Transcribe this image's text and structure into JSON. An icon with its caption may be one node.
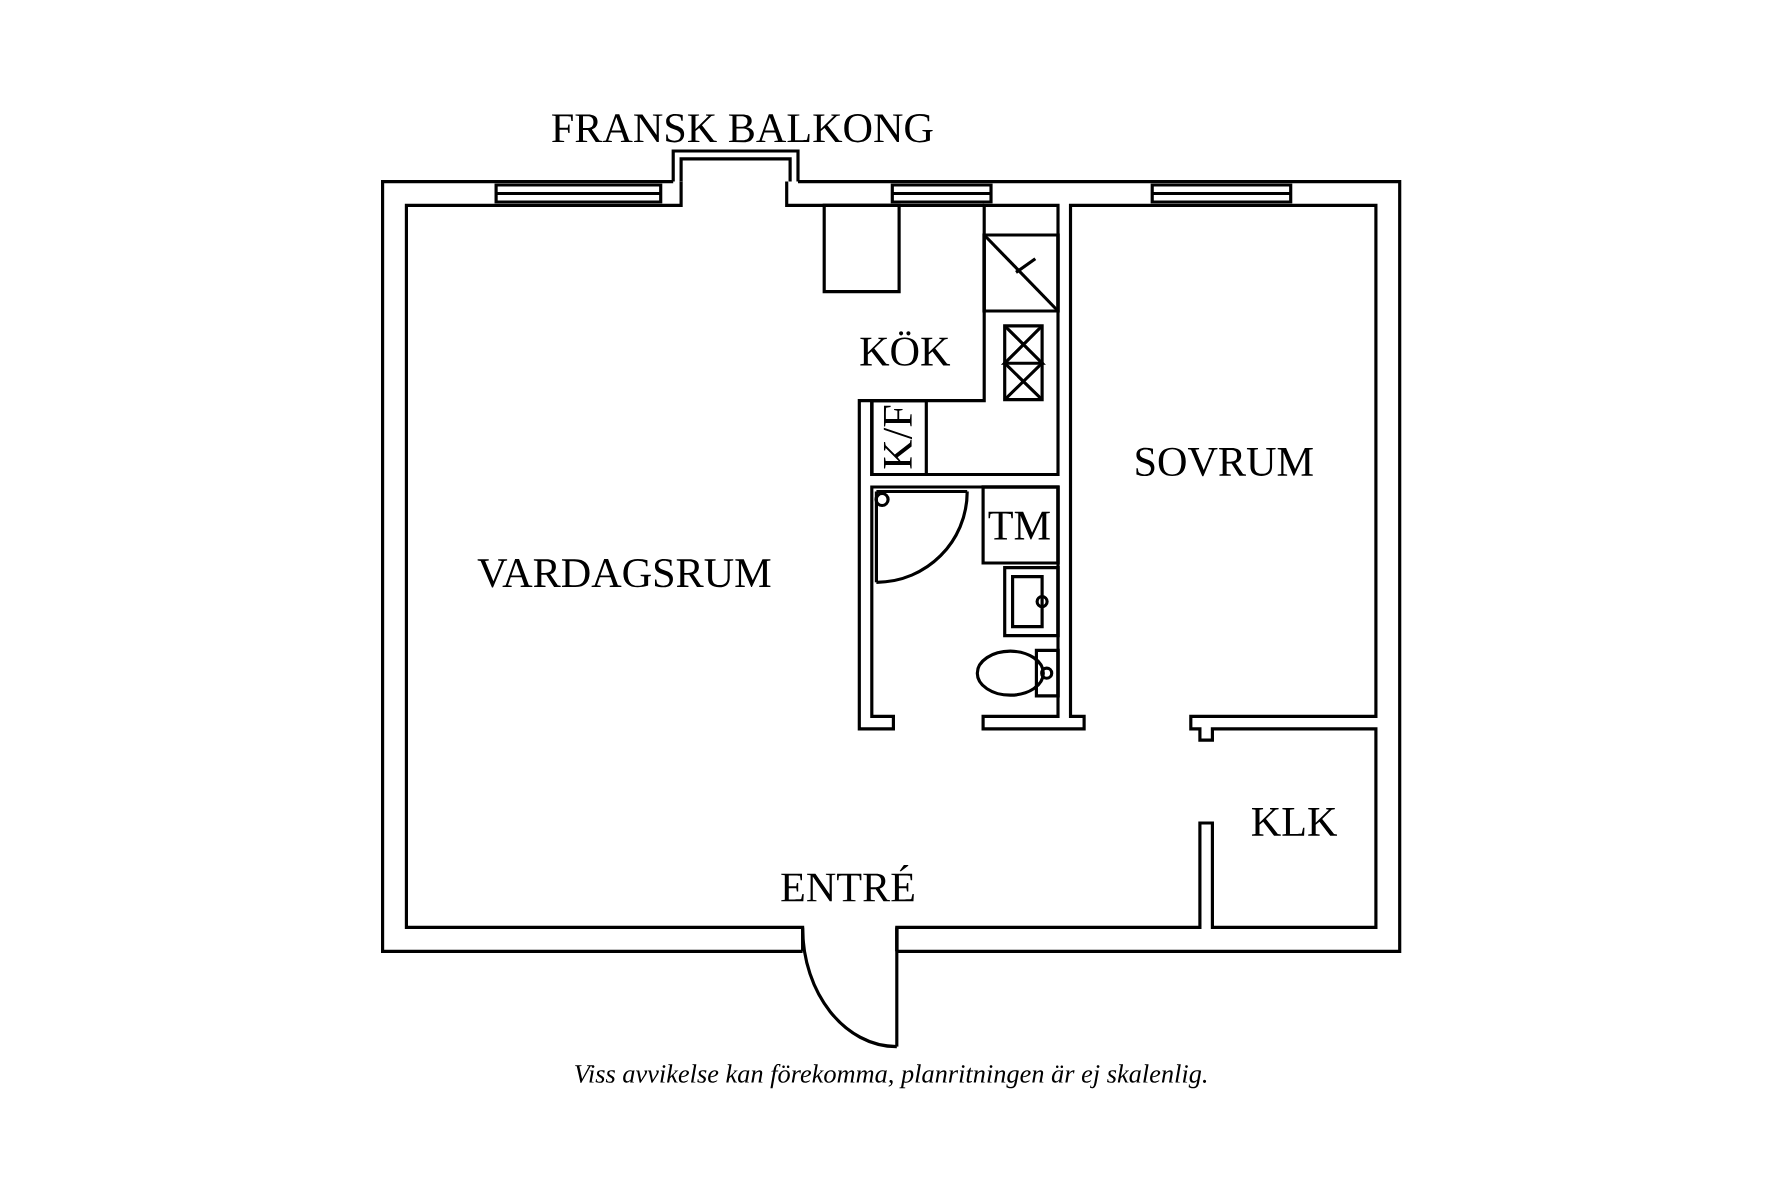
{
  "diagram": {
    "caption": "Viss avvikelse kan förekomma, planritningen är ej skalenlig.",
    "labels": [
      "FRANSK BALKONG",
      "KÖK",
      "K/F",
      "SOVRUM",
      "TM",
      "VARDAGSRUM",
      "KLK",
      "ENTRÉ"
    ]
  }
}
